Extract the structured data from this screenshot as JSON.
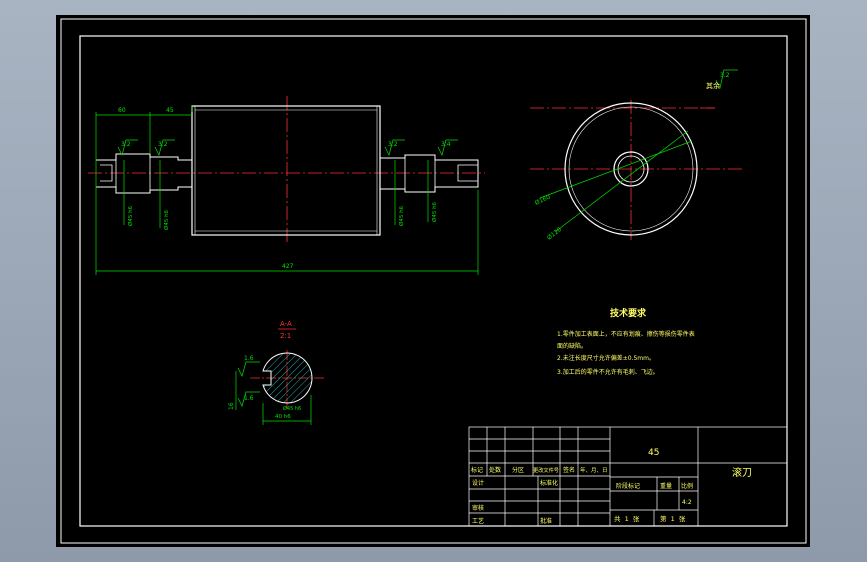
{
  "dimensions": {
    "d60": "60",
    "d45": "45",
    "d427": "427",
    "r32a": "3.2",
    "r32b": "3.2",
    "r32c": "3.2",
    "r34": "3.4",
    "r32d": "3.2",
    "fit1": "Ø45 h6",
    "fit2": "Ø45 h6",
    "fit3": "Ø45 h6",
    "fit4": "Ø45 h6",
    "d16a": "16",
    "d16b": "1.6",
    "d40": "40 h6",
    "fit5": "Ø45 h6",
    "dia1": "Ø160",
    "dia2": "Ø120",
    "remain": "其余"
  },
  "section": {
    "label": "A-A",
    "scale": "2:1"
  },
  "tech": {
    "title": "技术要求",
    "line1": "1.零件加工表面上，不应有划痕、擦伤等损伤零件表",
    "line1b": "面的缺陷。",
    "line2": "2.未注长度尺寸允许偏差±0.5mm。",
    "line3": "3.加工后的零件不允许有毛刺、飞边。"
  },
  "titleblock": {
    "material": "45",
    "part_name": "滚刀",
    "h_mark": "标记",
    "h_count": "处数",
    "h_zone": "分区",
    "h_doc": "更改文件号",
    "h_sign": "签名",
    "h_date": "年、月、日",
    "h_design": "设计",
    "h_standard": "标准化",
    "h_stage": "阶段标记",
    "h_weight": "重量",
    "h_scale": "比例",
    "scale_val": "4:2",
    "h_review": "审核",
    "h_process": "工艺",
    "h_approve": "批准",
    "sheets_total": "共  1  张",
    "sheet_no": "第  1  张"
  }
}
